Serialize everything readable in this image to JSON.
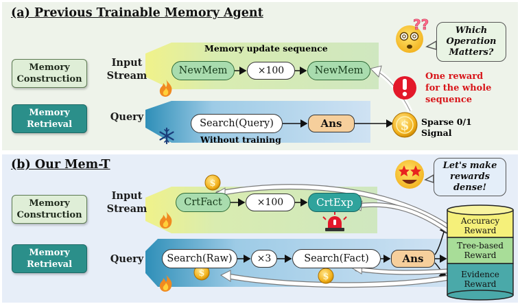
{
  "panel_a": {
    "title": "(a) Previous Trainable Memory Agent",
    "memory_construction": "Memory Construction",
    "memory_retrieval": "Memory Retrieval",
    "input_stream": "Input Stream",
    "query": "Query",
    "update_sequence_label": "Memory update sequence",
    "node_newmem_1": "NewMem",
    "node_x100": "×100",
    "node_newmem_2": "NewMem",
    "node_search": "Search(Query)",
    "node_ans": "Ans",
    "without_training": "Without training",
    "sparse_signal": "Sparse 0/1 Signal",
    "one_reward": "One reward for the whole sequence",
    "question_bubble": "Which Operation Matters?"
  },
  "panel_b": {
    "title": "(b) Our Mem-T",
    "memory_construction": "Memory Construction",
    "memory_retrieval": "Memory Retrieval",
    "input_stream": "Input Stream",
    "query": "Query",
    "node_crtfact": "CrtFact",
    "node_x100": "×100",
    "node_crtexp": "CrtExp",
    "node_search_raw": "Search(Raw)",
    "node_x3": "×3",
    "node_search_fact": "Search(Fact)",
    "node_ans": "Ans",
    "bubble": "Let's make rewards dense!",
    "accuracy_reward": "Accuracy Reward",
    "tree_reward": "Tree-based Reward",
    "evidence_reward": "Evidence Reward"
  },
  "colors": {
    "panel_a_bg": "#eef3ea",
    "panel_b_bg": "#e7eef8",
    "memory_construction": "#dfeed7",
    "memory_retrieval": "#2b8f8a",
    "accuracy_reward": "#f5f07a",
    "tree_reward": "#a8dd98",
    "evidence_reward": "#4aa9a9",
    "alert_red": "#d8161b"
  },
  "icons": [
    "fire-icon",
    "snowflake-icon",
    "coin-icon",
    "confused-emoji-icon",
    "star-eyes-emoji-icon",
    "exclamation-icon",
    "siren-icon"
  ]
}
